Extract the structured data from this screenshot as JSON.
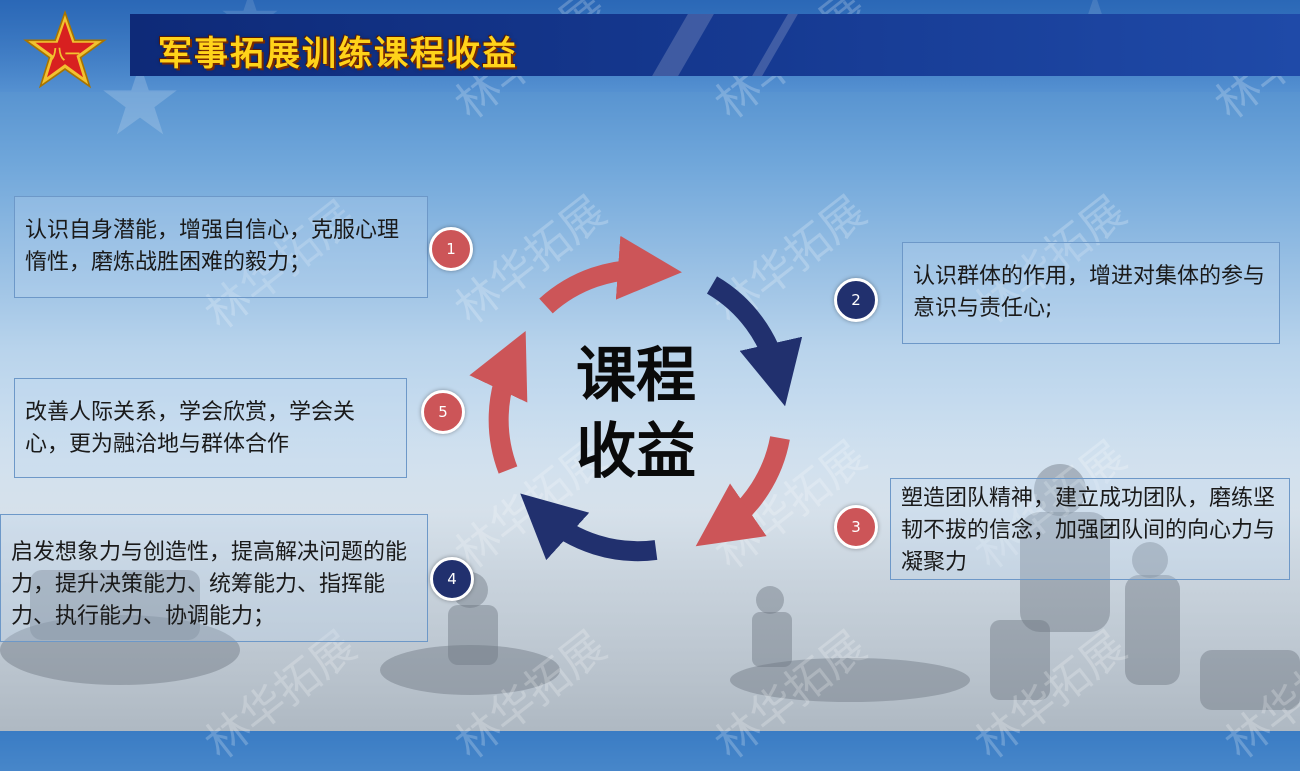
{
  "header": {
    "title": "军事拓展训练课程收益",
    "emblem_label": "八一"
  },
  "center": {
    "line1": "课程",
    "line2": "收益"
  },
  "watermark": "林华拓展",
  "items": [
    {
      "number": "1",
      "text": "认识自身潜能，增强自信心，克服心理惰性，磨炼战胜困难的毅力；"
    },
    {
      "number": "2",
      "text": "认识群体的作用，增进对集体的参与意识与责任心;"
    },
    {
      "number": "3",
      "text": "塑造团队精神，建立成功团队，磨练坚韧不拔的信念，加强团队间的向心力与凝聚力"
    },
    {
      "number": "4",
      "text": "启发想象力与创造性，提高解决问题的能力，提升决策能力、统筹能力、指挥能力、执行能力、协调能力；"
    },
    {
      "number": "5",
      "text": "改善人际关系，学会欣赏，学会关心，更为融洽地与群体合作"
    }
  ],
  "colors": {
    "accent_red": "#cc5558",
    "accent_navy": "#21306e",
    "title_gold": "#ffd31a",
    "title_bar": "#163a92"
  }
}
